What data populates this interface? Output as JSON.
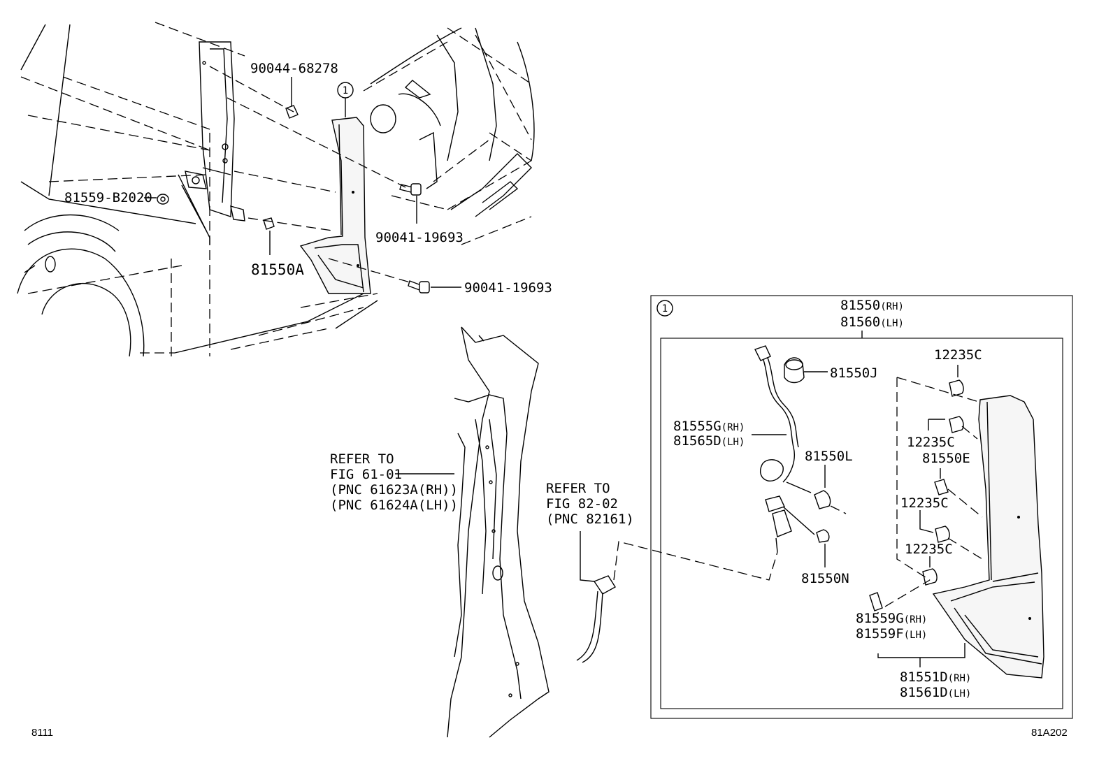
{
  "callouts": {
    "p90044_68278": "90044-68278",
    "p90041_19693_a": "90041-19693",
    "p90041_19693_b": "90041-19693",
    "p81559_b2020": "81559-B2020",
    "p81550a": "81550A",
    "circle_one_main": "1",
    "circle_one_detail": "1",
    "p81550j": "81550J",
    "p81555g": "81555G",
    "p81555g_side": "(RH)",
    "p81565d": "81565D",
    "p81565d_side": "(LH)",
    "p81550l": "81550L",
    "p81550n": "81550N",
    "p12235c_1": "12235C",
    "p12235c_2": "12235C",
    "p12235c_3": "12235C",
    "p12235c_4": "12235C",
    "p81550e": "81550E",
    "p81559g": "81559G",
    "p81559g_side": "(RH)",
    "p81559f": "81559F",
    "p81559f_side": "(LH)",
    "p81551d": "81551D",
    "p81551d_side": "(RH)",
    "p81561d": "81561D",
    "p81561d_side": "(LH)",
    "p81550": "81550",
    "p81550_side": "(RH)",
    "p81560": "81560",
    "p81560_side": "(LH)"
  },
  "references": {
    "fig61": {
      "line1": "REFER TO",
      "line2": "FIG 61-01",
      "line3": "(PNC 61623A(RH))",
      "line4": "(PNC 61624A(LH))"
    },
    "fig82": {
      "line1": "REFER TO",
      "line2": "FIG 82-02",
      "line3": "(PNC 82161)"
    }
  },
  "footer": {
    "page_left": "8111",
    "page_right": "81A202"
  }
}
